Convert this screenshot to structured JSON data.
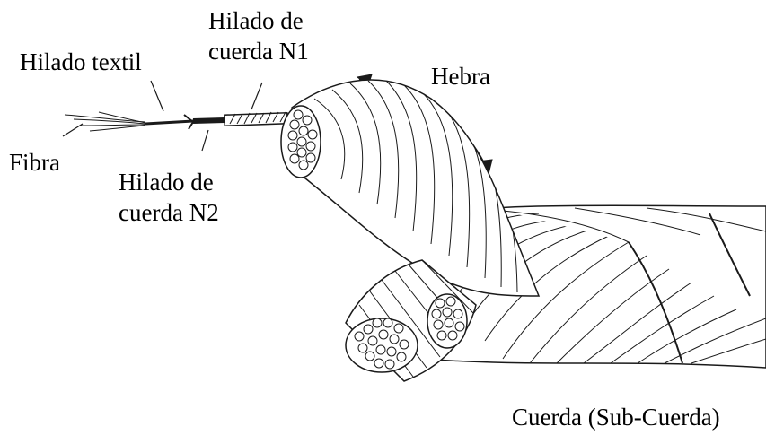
{
  "labels": {
    "fibra": "Fibra",
    "hilado_textil": "Hilado textil",
    "hilado_n1_line1": "Hilado de",
    "hilado_n1_line2": "cuerda N1",
    "hilado_n2_line1": "Hilado de",
    "hilado_n2_line2": "cuerda N2",
    "hebra": "Hebra",
    "cuerda": "Cuerda (Sub-Cuerda)"
  },
  "colors": {
    "line": "#1a1a1a",
    "background": "#ffffff"
  }
}
